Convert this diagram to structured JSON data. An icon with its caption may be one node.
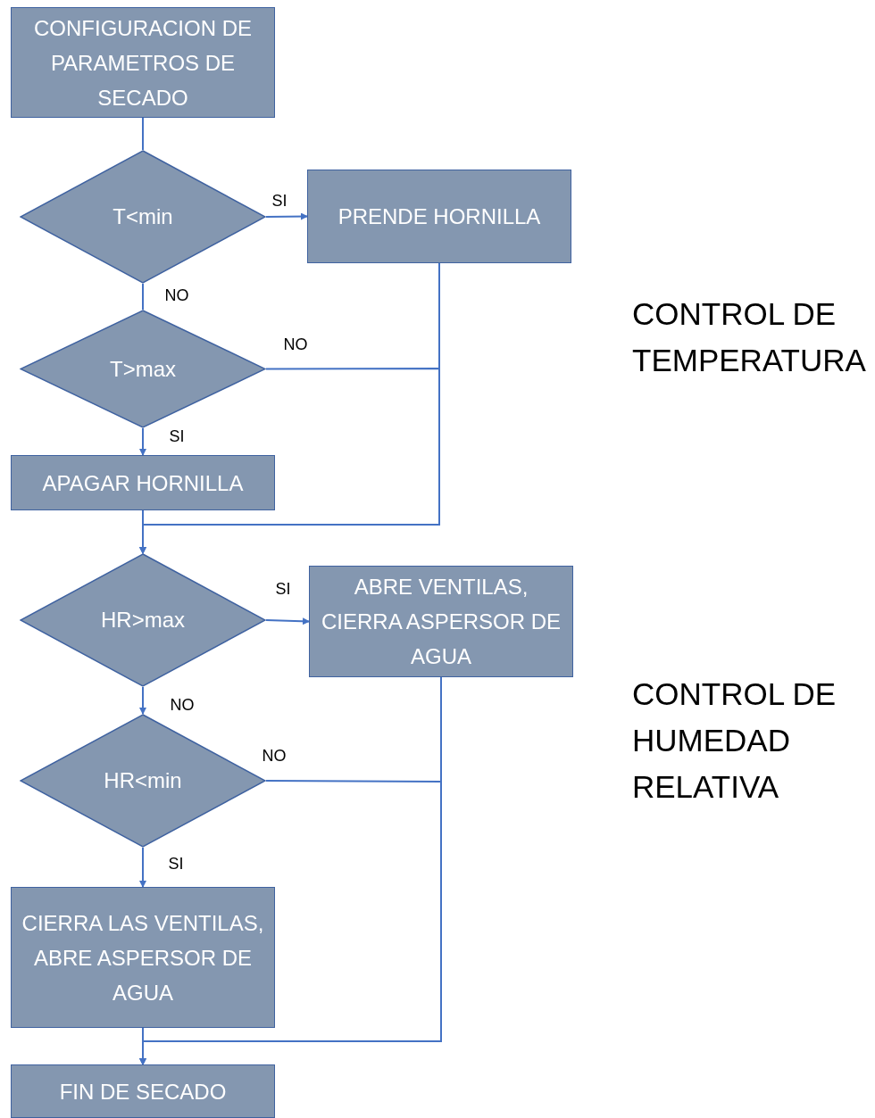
{
  "diagram": {
    "nodes": [
      {
        "text": [
          "CONFIGURACION DE PARAMETROS DE SECADO"
        ]
      },
      {
        "text": [
          "T<min"
        ]
      },
      {
        "text": [
          "PRENDE HORNILLA"
        ]
      },
      {
        "text": [
          "T>max"
        ]
      },
      {
        "text": [
          "APAGAR HORNILLA"
        ]
      },
      {
        "text": [
          "HR>max"
        ]
      },
      {
        "text": [
          "ABRE VENTILAS, CIERRA ASPERSOR DE AGUA"
        ]
      },
      {
        "text": [
          "HR<min"
        ]
      },
      {
        "text": [
          "CIERRA LAS VENTILAS, ABRE ASPERSOR DE AGUA"
        ]
      },
      {
        "text": [
          "FIN DE SECADO"
        ]
      }
    ],
    "edges": [
      {
        "from": 0,
        "to": 1,
        "arrow": "none"
      },
      {
        "from": 1,
        "to": 2,
        "arrow": "to",
        "label": "SI"
      },
      {
        "from": 1,
        "to": 3,
        "arrow": "none",
        "label": "NO"
      },
      {
        "from": 3,
        "to": 4,
        "arrow": "to",
        "label": "SI"
      },
      {
        "from": 2,
        "to": 5,
        "arrow": "to"
      },
      {
        "from": 3,
        "to": 5,
        "arrow": "to",
        "label": "NO"
      },
      {
        "from": 4,
        "to": 5,
        "arrow": "to"
      },
      {
        "from": 5,
        "to": 6,
        "arrow": "to",
        "label": "SI"
      },
      {
        "from": 5,
        "to": 7,
        "arrow": "to",
        "label": "NO"
      },
      {
        "from": 7,
        "to": 8,
        "arrow": "to",
        "label": "SI"
      },
      {
        "from": 6,
        "to": 9,
        "arrow": "to"
      },
      {
        "from": 7,
        "to": 9,
        "arrow": "to",
        "label": "NO"
      },
      {
        "from": 8,
        "to": 9,
        "arrow": "to"
      }
    ],
    "labels": [
      "CONTROL DE TEMPERATURA",
      "CONTROL DE HUMEDAD RELATIVA"
    ]
  }
}
